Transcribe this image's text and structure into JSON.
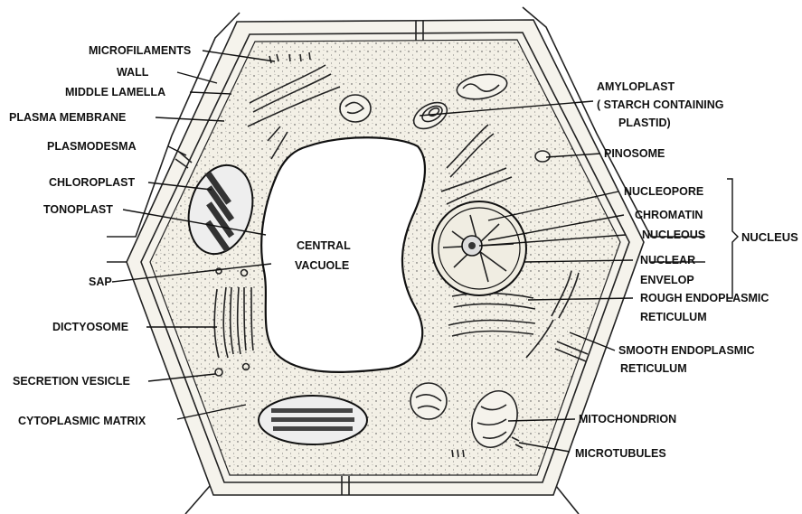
{
  "labels": {
    "microfilaments": "MICROFILAMENTS",
    "wall": "WALL",
    "middle_lamella": "MIDDLE LAMELLA",
    "plasma_membrane": "PLASMA MEMBRANE",
    "plasmodesma": "PLASMODESMA",
    "chloroplast": "CHLOROPLAST",
    "tonoplast": "TONOPLAST",
    "sap": "SAP",
    "dictyosome": "DICTYOSOME",
    "secretion_vesicle": "SECRETION VESICLE",
    "cytoplasmic_matrix": "CYTOPLASMIC MATRIX",
    "central_vacuole_1": "CENTRAL",
    "central_vacuole_2": "VACUOLE",
    "amyloplast_1": "AMYLOPLAST",
    "amyloplast_2": "( STARCH CONTAINING",
    "amyloplast_3": "PLASTID)",
    "pinosome": "PINOSOME",
    "nucleopore": "NUCLEOPORE",
    "chromatin": "CHROMATIN",
    "nucleous": "NUCLEOUS",
    "nucleus": "NUCLEUS",
    "nuclear_envelop_1": "NUCLEAR",
    "nuclear_envelop_2": "ENVELOP",
    "rough_er_1": "ROUGH ENDOPLASMIC",
    "rough_er_2": "RETICULUM",
    "smooth_er_1": "SMOOTH ENDOPLASMIC",
    "smooth_er_2": "RETICULUM",
    "mitochondrion": "MITOCHONDRION",
    "microtubules": "MICROTUBULES"
  },
  "colors": {
    "ink": "#111111",
    "cytoplasm": "#f3f0e6",
    "background": "#ffffff"
  }
}
